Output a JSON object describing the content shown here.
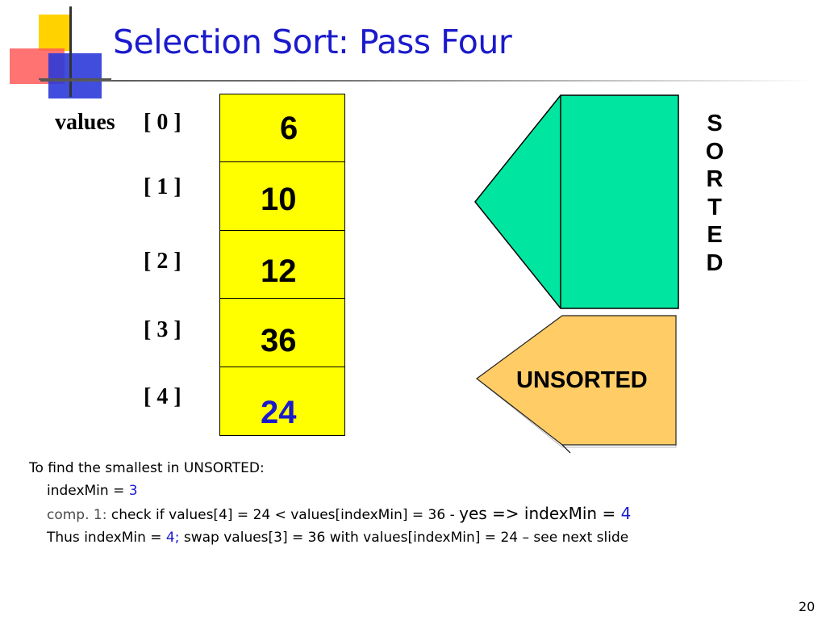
{
  "slide": {
    "title": "Selection Sort: Pass Four",
    "page_number": "20"
  },
  "array": {
    "name": "values",
    "indices": [
      "[ 0 ]",
      "[ 1 ]",
      "[ 2 ]",
      "[ 3 ]",
      "[ 4 ]"
    ],
    "cells": [
      "6",
      "10",
      "12",
      "36",
      "24"
    ],
    "highlighted_cell_index": 4,
    "cell_color": "#ffff00",
    "highlight_text_color": "#1a1acc"
  },
  "regions": {
    "sorted_letters": [
      "S",
      "O",
      "R",
      "T",
      "E",
      "D"
    ],
    "sorted_color": "#00e6a0",
    "unsorted_label": "UNSORTED",
    "unsorted_color": "#ffcc66"
  },
  "explanation": {
    "line1": "To find the smallest in UNSORTED:",
    "line2_prefix": "indexMin = ",
    "line2_value": "3",
    "line3_comp": "comp. 1:",
    "line3_text": " check if values[4] = 24 < values[indexMin] = 36 - ",
    "line3_big": "yes => indexMin = ",
    "line3_value": "4",
    "line4_prefix": "Thus indexMin = ",
    "line4_value": "4;",
    "line4_text": " swap values[3] = 36 with values[indexMin] = 24 – see next slide"
  }
}
